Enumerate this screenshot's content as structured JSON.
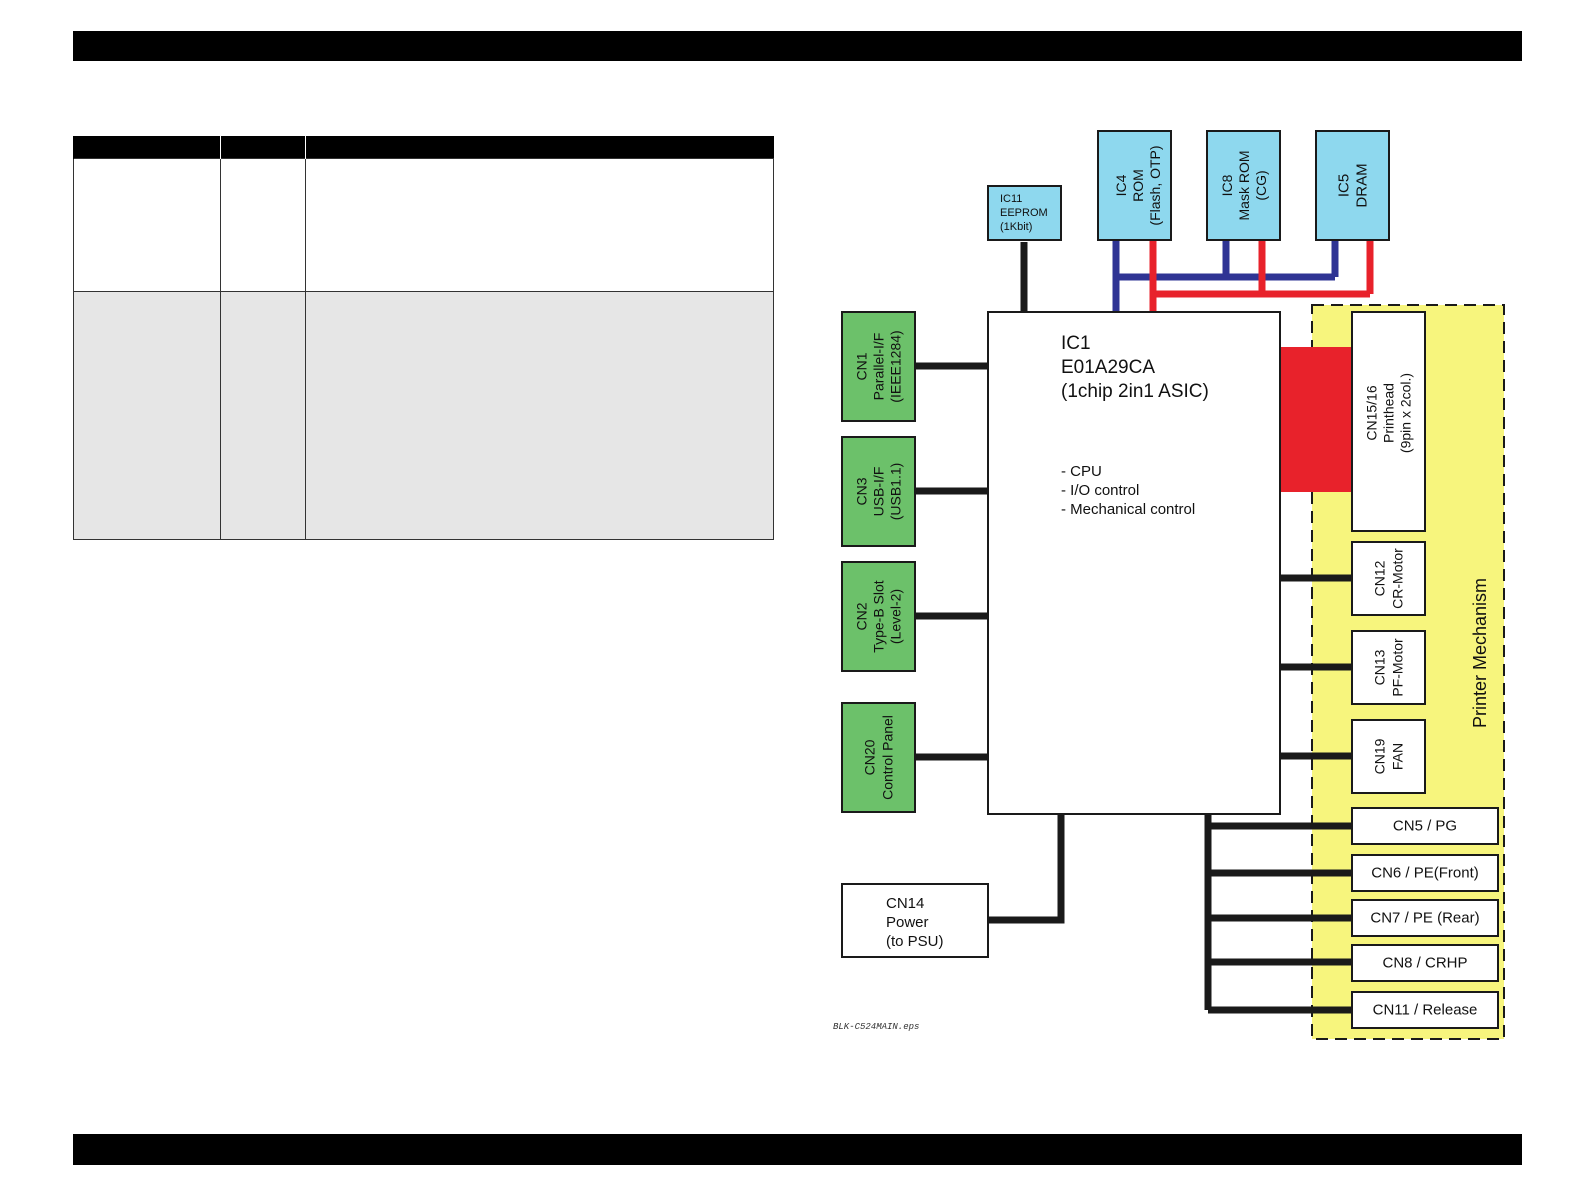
{
  "page": {
    "file_caption": "BLK-C524MAIN.eps"
  },
  "table": {
    "headers": [
      "",
      "",
      ""
    ],
    "rows": [
      [
        "",
        "",
        ""
      ],
      [
        "",
        "",
        ""
      ]
    ]
  },
  "colors": {
    "memory_block": "#8ed8ee",
    "interface_block": "#6cc16a",
    "printer_mechanism": "#f7f57d",
    "data_bus_blue": "#2f3494",
    "data_bus_red": "#e8222b",
    "wire": "#1a1a1a"
  },
  "diagram": {
    "ic11": [
      "IC11",
      "EEPROM",
      "(1Kbit)"
    ],
    "ic4": [
      "IC4",
      "ROM",
      "(Flash, OTP)"
    ],
    "ic8": [
      "IC8",
      "Mask ROM",
      "(CG)"
    ],
    "ic5": [
      "IC5",
      "DRAM"
    ],
    "ic1": {
      "title": [
        "IC1",
        "E01A29CA",
        "(1chip 2in1 ASIC)"
      ],
      "functions": [
        "- CPU",
        "- I/O control",
        "- Mechanical control"
      ]
    },
    "cn1": [
      "CN1",
      "Parallel-I/F",
      "(IEEE1284)"
    ],
    "cn3": [
      "CN3",
      "USB-I/F",
      "(USB1.1)"
    ],
    "cn2": [
      "CN2",
      "Type-B Slot",
      "(Level-2)"
    ],
    "cn20": [
      "CN20",
      "Control Panel"
    ],
    "cn14": [
      "CN14",
      "Power",
      "(to PSU)"
    ],
    "cn15_16": [
      "CN15/16",
      "Printhead",
      "(9pin x 2col.)"
    ],
    "cn12": [
      "CN12",
      "CR-Motor"
    ],
    "cn13": [
      "CN13",
      "PF-Motor"
    ],
    "cn19": [
      "CN19",
      "FAN"
    ],
    "cn5": "CN5 / PG",
    "cn6": "CN6 / PE(Front)",
    "cn7": "CN7 / PE (Rear)",
    "cn8": "CN8 / CRHP",
    "cn11": "CN11 / Release",
    "printer_mechanism": "Printer Mechanism"
  }
}
